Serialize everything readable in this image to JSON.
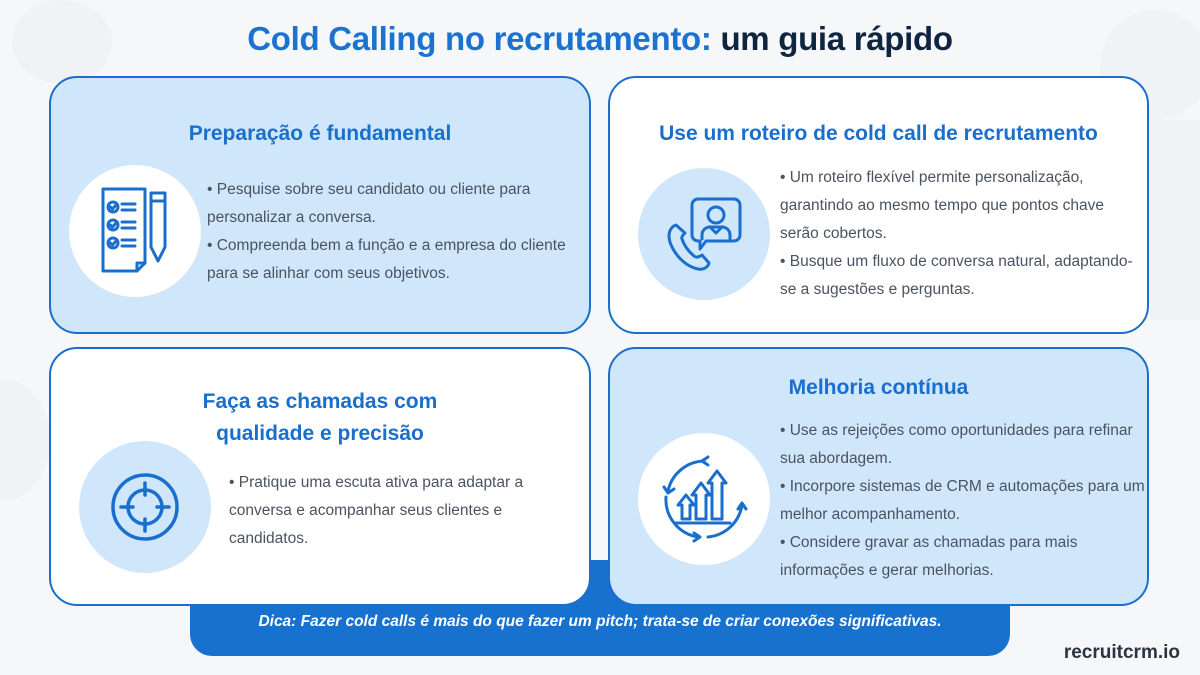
{
  "header": {
    "title_accent": "Cold Calling no recrutamento:",
    "title_rest": "um guia rápido"
  },
  "cards": [
    {
      "title": "Preparação é fundamental",
      "icon": "checklist-pen-icon",
      "bullets": [
        "• Pesquise sobre seu candidato ou cliente para personalizar a conversa.",
        "• Compreenda bem a função e a empresa do cliente para se alinhar com seus objetivos."
      ]
    },
    {
      "title": "Use um roteiro de cold call de recrutamento",
      "icon": "phone-chat-user-icon",
      "bullets": [
        "• Um roteiro flexível permite personalização, garantindo ao mesmo tempo que  pontos chave serão cobertos.",
        "• Busque um fluxo de conversa natural, adaptando-se a sugestões e perguntas."
      ]
    },
    {
      "title_line1": "Faça as chamadas com",
      "title_line2": "qualidade e precisão",
      "icon": "target-crosshair-icon",
      "bullets": [
        "• Pratique uma escuta ativa para adaptar a conversa e acompanhar seus clientes e candidatos."
      ]
    },
    {
      "title": "Melhoria contínua",
      "icon": "growth-cycle-icon",
      "bullets": [
        "• Use as rejeições como oportunidades para refinar sua abordagem.",
        "• Incorpore sistemas de CRM e automações para um melhor acompanhamento.",
        "• Considere gravar as chamadas para mais informações e gerar melhorias."
      ]
    }
  ],
  "tip": "Dica: Fazer cold calls é mais do que fazer um pitch; trata-se de criar conexões significativas.",
  "logo": "recruitcrm.io",
  "colors": {
    "accent": "#1a73d0",
    "dark": "#0e2440",
    "card_blue": "#d0e6fb",
    "banner": "#1772cf",
    "body_text": "#4a5360"
  }
}
